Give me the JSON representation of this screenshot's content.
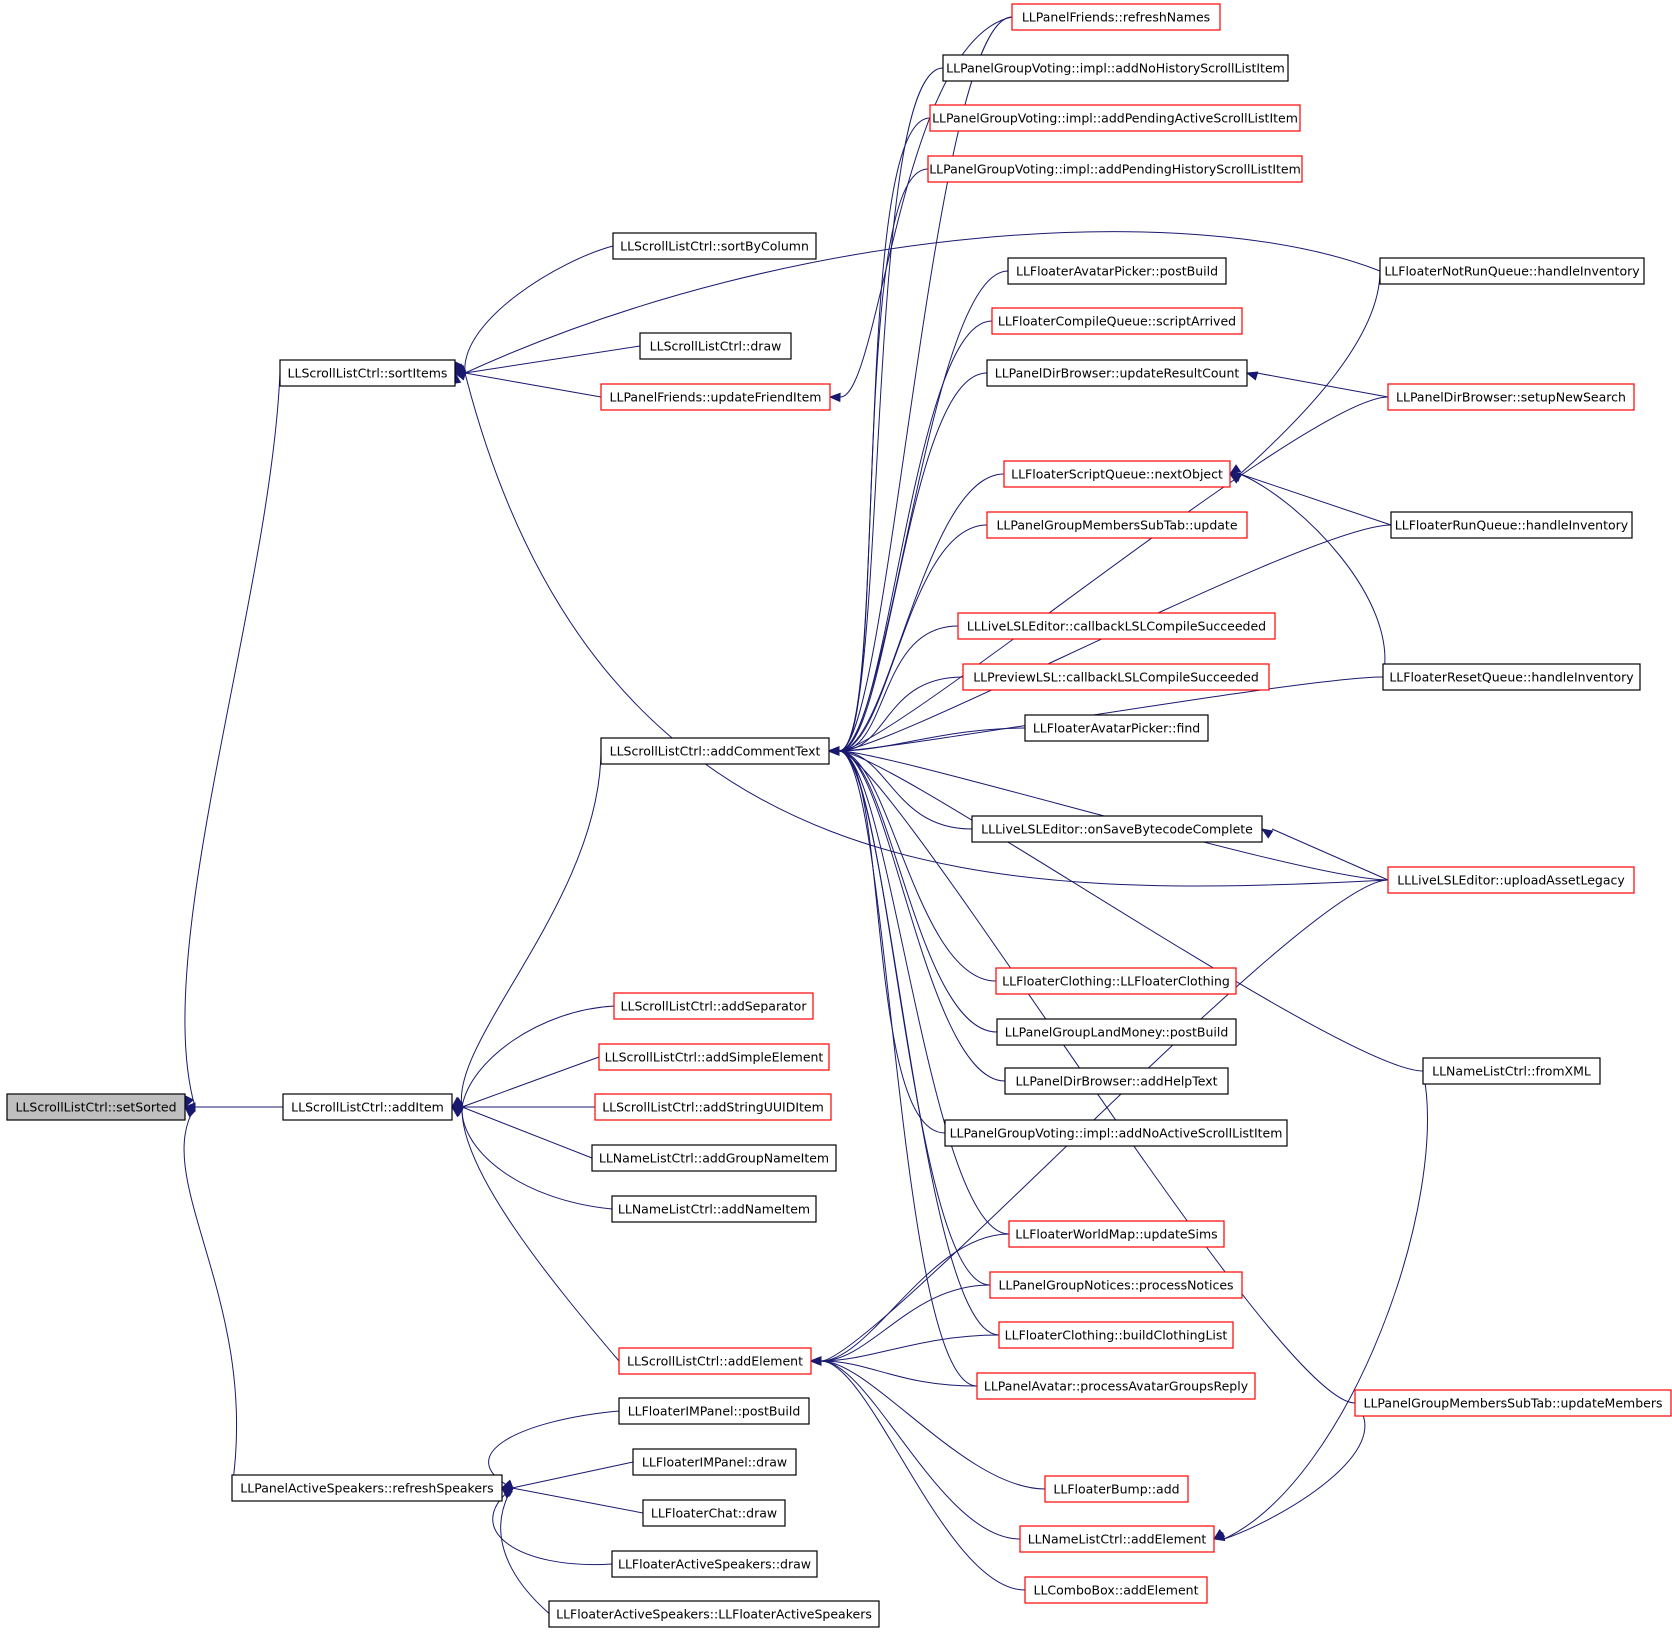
{
  "graph": {
    "colors": {
      "edge": "#191970",
      "root_fill": "#bfbfbf",
      "border_default": "#000000",
      "border_truncated": "#ff0000"
    },
    "nodes": [
      {
        "id": "setSorted",
        "label": "LLScrollListCtrl::setSorted",
        "style": "root"
      },
      {
        "id": "sortItems",
        "label": "LLScrollListCtrl::sortItems",
        "style": "black"
      },
      {
        "id": "addItem",
        "label": "LLScrollListCtrl::addItem",
        "style": "black"
      },
      {
        "id": "refreshSpeakers",
        "label": "LLPanelActiveSpeakers::refreshSpeakers",
        "style": "black"
      },
      {
        "id": "sortByColumn",
        "label": "LLScrollListCtrl::sortByColumn",
        "style": "black"
      },
      {
        "id": "draw",
        "label": "LLScrollListCtrl::draw",
        "style": "black"
      },
      {
        "id": "updateFriendItem",
        "label": "LLPanelFriends::updateFriendItem",
        "style": "red"
      },
      {
        "id": "addCommentText",
        "label": "LLScrollListCtrl::addCommentText",
        "style": "black"
      },
      {
        "id": "addSeparator",
        "label": "LLScrollListCtrl::addSeparator",
        "style": "red"
      },
      {
        "id": "addSimpleElement",
        "label": "LLScrollListCtrl::addSimpleElement",
        "style": "red"
      },
      {
        "id": "addStringUUIDItem",
        "label": "LLScrollListCtrl::addStringUUIDItem",
        "style": "red"
      },
      {
        "id": "addGroupNameItem",
        "label": "LLNameListCtrl::addGroupNameItem",
        "style": "black"
      },
      {
        "id": "addNameItem",
        "label": "LLNameListCtrl::addNameItem",
        "style": "black"
      },
      {
        "id": "addElement",
        "label": "LLScrollListCtrl::addElement",
        "style": "red"
      },
      {
        "id": "imPostBuild",
        "label": "LLFloaterIMPanel::postBuild",
        "style": "black"
      },
      {
        "id": "imDraw",
        "label": "LLFloaterIMPanel::draw",
        "style": "black"
      },
      {
        "id": "chatDraw",
        "label": "LLFloaterChat::draw",
        "style": "black"
      },
      {
        "id": "asDraw",
        "label": "LLFloaterActiveSpeakers::draw",
        "style": "black"
      },
      {
        "id": "asCtor",
        "label": "LLFloaterActiveSpeakers::LLFloaterActiveSpeakers",
        "style": "black"
      },
      {
        "id": "refreshNames",
        "label": "LLPanelFriends::refreshNames",
        "style": "red"
      },
      {
        "id": "addNoHistory",
        "label": "LLPanelGroupVoting::impl::addNoHistoryScrollListItem",
        "style": "black"
      },
      {
        "id": "addPendingActive",
        "label": "LLPanelGroupVoting::impl::addPendingActiveScrollListItem",
        "style": "red"
      },
      {
        "id": "addPendingHistory",
        "label": "LLPanelGroupVoting::impl::addPendingHistoryScrollListItem",
        "style": "red"
      },
      {
        "id": "avatarPickerPostBuild",
        "label": "LLFloaterAvatarPicker::postBuild",
        "style": "black"
      },
      {
        "id": "scriptArrived",
        "label": "LLFloaterCompileQueue::scriptArrived",
        "style": "red"
      },
      {
        "id": "updateResultCount",
        "label": "LLPanelDirBrowser::updateResultCount",
        "style": "black"
      },
      {
        "id": "nextObject",
        "label": "LLFloaterScriptQueue::nextObject",
        "style": "red"
      },
      {
        "id": "membersUpdate",
        "label": "LLPanelGroupMembersSubTab::update",
        "style": "red"
      },
      {
        "id": "liveCompile",
        "label": "LLLiveLSLEditor::callbackLSLCompileSucceeded",
        "style": "red"
      },
      {
        "id": "previewCompile",
        "label": "LLPreviewLSL::callbackLSLCompileSucceeded",
        "style": "red"
      },
      {
        "id": "avatarFind",
        "label": "LLFloaterAvatarPicker::find",
        "style": "black"
      },
      {
        "id": "onSaveBytecode",
        "label": "LLLiveLSLEditor::onSaveBytecodeComplete",
        "style": "black"
      },
      {
        "id": "clothingCtor",
        "label": "LLFloaterClothing::LLFloaterClothing",
        "style": "red"
      },
      {
        "id": "landMoneyPostBuild",
        "label": "LLPanelGroupLandMoney::postBuild",
        "style": "black"
      },
      {
        "id": "addHelpText",
        "label": "LLPanelDirBrowser::addHelpText",
        "style": "black"
      },
      {
        "id": "addNoActive",
        "label": "LLPanelGroupVoting::impl::addNoActiveScrollListItem",
        "style": "black"
      },
      {
        "id": "updateSims",
        "label": "LLFloaterWorldMap::updateSims",
        "style": "red"
      },
      {
        "id": "processNotices",
        "label": "LLPanelGroupNotices::processNotices",
        "style": "red"
      },
      {
        "id": "buildClothingList",
        "label": "LLFloaterClothing::buildClothingList",
        "style": "red"
      },
      {
        "id": "processAvatarGroups",
        "label": "LLPanelAvatar::processAvatarGroupsReply",
        "style": "red"
      },
      {
        "id": "bumpAdd",
        "label": "LLFloaterBump::add",
        "style": "red"
      },
      {
        "id": "nameListAddElement",
        "label": "LLNameListCtrl::addElement",
        "style": "red"
      },
      {
        "id": "comboAddElement",
        "label": "LLComboBox::addElement",
        "style": "red"
      },
      {
        "id": "notRunHandle",
        "label": "LLFloaterNotRunQueue::handleInventory",
        "style": "black"
      },
      {
        "id": "setupNewSearch",
        "label": "LLPanelDirBrowser::setupNewSearch",
        "style": "red"
      },
      {
        "id": "runHandle",
        "label": "LLFloaterRunQueue::handleInventory",
        "style": "black"
      },
      {
        "id": "resetHandle",
        "label": "LLFloaterResetQueue::handleInventory",
        "style": "black"
      },
      {
        "id": "uploadAssetLegacy",
        "label": "LLLiveLSLEditor::uploadAssetLegacy",
        "style": "red"
      },
      {
        "id": "fromXML",
        "label": "LLNameListCtrl::fromXML",
        "style": "black"
      },
      {
        "id": "updateMembers",
        "label": "LLPanelGroupMembersSubTab::updateMembers",
        "style": "red"
      }
    ]
  }
}
